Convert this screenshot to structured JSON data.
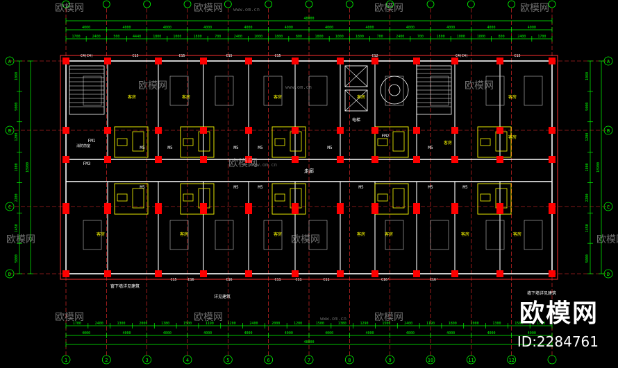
{
  "drawing": {
    "total_dimension": "48000",
    "top_segments": [
      "4000",
      "4000",
      "4000",
      "4000",
      "4000",
      "4000",
      "4000",
      "4000",
      "4000",
      "4000",
      "4000",
      "4000"
    ],
    "top_detail_dims": [
      "1700",
      "2400",
      "500",
      "4440",
      "1800",
      "1000",
      "1800",
      "700",
      "2400",
      "1000",
      "1800",
      "800",
      "1800",
      "1000",
      "1800",
      "700",
      "2400",
      "700",
      "1800",
      "1000",
      "1800",
      "800",
      "2400",
      "1700"
    ],
    "bottom_detail_dims": [
      "1700",
      "2400",
      "1300",
      "2000",
      "1380",
      "1500",
      "1190",
      "1200",
      "2400",
      "2000",
      "1200",
      "1500",
      "1380",
      "1290",
      "1500",
      "2400",
      "1190",
      "1800",
      "2000",
      "1300",
      "1500",
      "1750"
    ],
    "left_dims": [
      "1080",
      "5000",
      "1200",
      "1800",
      "2200",
      "1450",
      "5000"
    ],
    "right_dims": [
      "1080",
      "5000",
      "1200",
      "1800",
      "2200",
      "1450",
      "5000"
    ],
    "bottom_axis_labels": [
      "1",
      "2",
      "3",
      "4",
      "5",
      "6",
      "7",
      "8",
      "9",
      "10",
      "11",
      "12"
    ],
    "row_labels": [
      "A",
      "B",
      "C",
      "D"
    ],
    "room_labels": [
      "客房",
      "客房",
      "客房",
      "客房",
      "客房",
      "客房",
      "客房",
      "客房",
      "客房",
      "客房",
      "客房",
      "客房",
      "客房",
      "客房"
    ],
    "door_labels": [
      "M5",
      "M5",
      "M5",
      "M5",
      "M5",
      "M5",
      "M5",
      "M5",
      "M5",
      "M5",
      "M5",
      "M5"
    ],
    "window_labels_top": [
      "C4(C4)",
      "C15",
      "C15",
      "C15",
      "C15",
      "C12",
      "C4(C4)",
      "C15"
    ],
    "window_labels_bottom": [
      "C15",
      "C16",
      "C16",
      "C11",
      "C11",
      "C11",
      "C16'",
      "C16'"
    ],
    "stair_label": "消防前室",
    "elevator_label": "电梯",
    "corridor_label": "走廊",
    "fire_door_labels": [
      "FM1",
      "FM2",
      "FM3"
    ],
    "notes": [
      "窗下墙详见建筑",
      "详见建筑",
      "墙下墙详见建筑"
    ],
    "watermark_text": "欧模网",
    "watermark_url": "www.om.cn",
    "logo_text": "欧模网",
    "logo_id": "ID:2284761",
    "colors": {
      "background": "#000000",
      "dimension": "#00ff00",
      "wall": "#ffffff",
      "column": "#ff0000",
      "sanitary": "#ffff00",
      "grid_axis": "#ff3030",
      "outline": "#ff3030",
      "furniture": "#c0c0c0"
    }
  }
}
